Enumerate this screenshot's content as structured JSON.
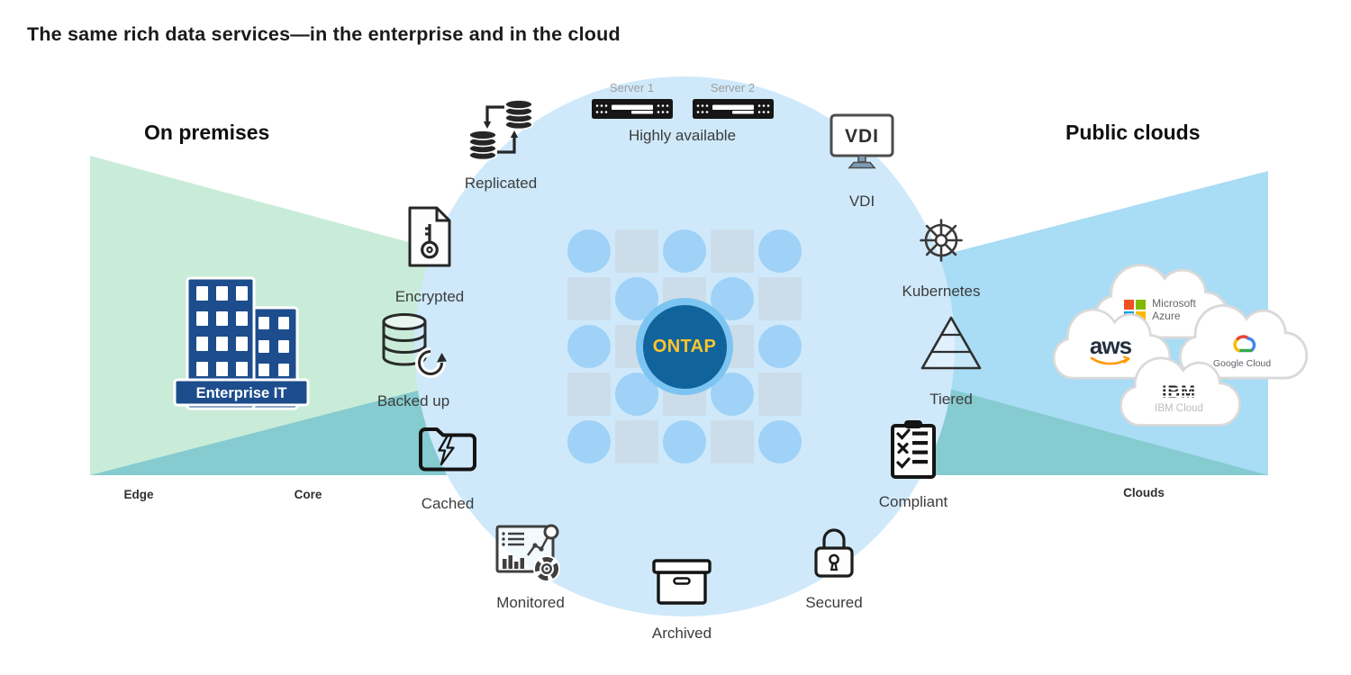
{
  "title": "The same rich data services—in the enterprise and in the cloud",
  "left_region": {
    "heading": "On premises",
    "building_label": "Enterprise IT",
    "edge_label": "Edge",
    "core_label": "Core"
  },
  "right_region": {
    "heading": "Public clouds",
    "clouds_label": "Clouds",
    "providers": {
      "azure_line1": "Microsoft",
      "azure_line2": "Azure",
      "aws": "aws",
      "google": "Google Cloud",
      "ibm_logo": "IBM",
      "ibm": "IBM Cloud"
    }
  },
  "center": {
    "badge_label": "ONTAP"
  },
  "ha": {
    "server1": "Server 1",
    "server2": "Server 2",
    "label": "Highly available"
  },
  "services": {
    "replicated": "Replicated",
    "vdi_screen": "VDI",
    "vdi": "VDI",
    "kubernetes": "Kubernetes",
    "tiered": "Tiered",
    "compliant": "Compliant",
    "secured": "Secured",
    "archived": "Archived",
    "monitored": "Monitored",
    "cached": "Cached",
    "backed_up": "Backed up",
    "encrypted": "Encrypted"
  },
  "colors": {
    "wedge_green": "#c9ecd9",
    "wedge_blue": "#a9dcf5",
    "overlap_teal": "#85cdd1",
    "circle_fill": "#cfe9fb",
    "checker_circle": "#9fd2f6",
    "checker_square": "#ccdde9",
    "ontap_ring": "#7cc5f2",
    "ontap_fill": "#11639c",
    "ontap_text": "#ffc62c",
    "building_navy": "#1d4d8c",
    "icon_stroke": "#2e2e2e",
    "azure_squares": [
      "#f25022",
      "#7fba00",
      "#00a4ef",
      "#ffb900"
    ],
    "aws_orange": "#ff9900",
    "aws_text": "#232f3e",
    "google_colors": [
      "#ea4335",
      "#4285f4",
      "#34a853",
      "#fbbc05"
    ]
  }
}
